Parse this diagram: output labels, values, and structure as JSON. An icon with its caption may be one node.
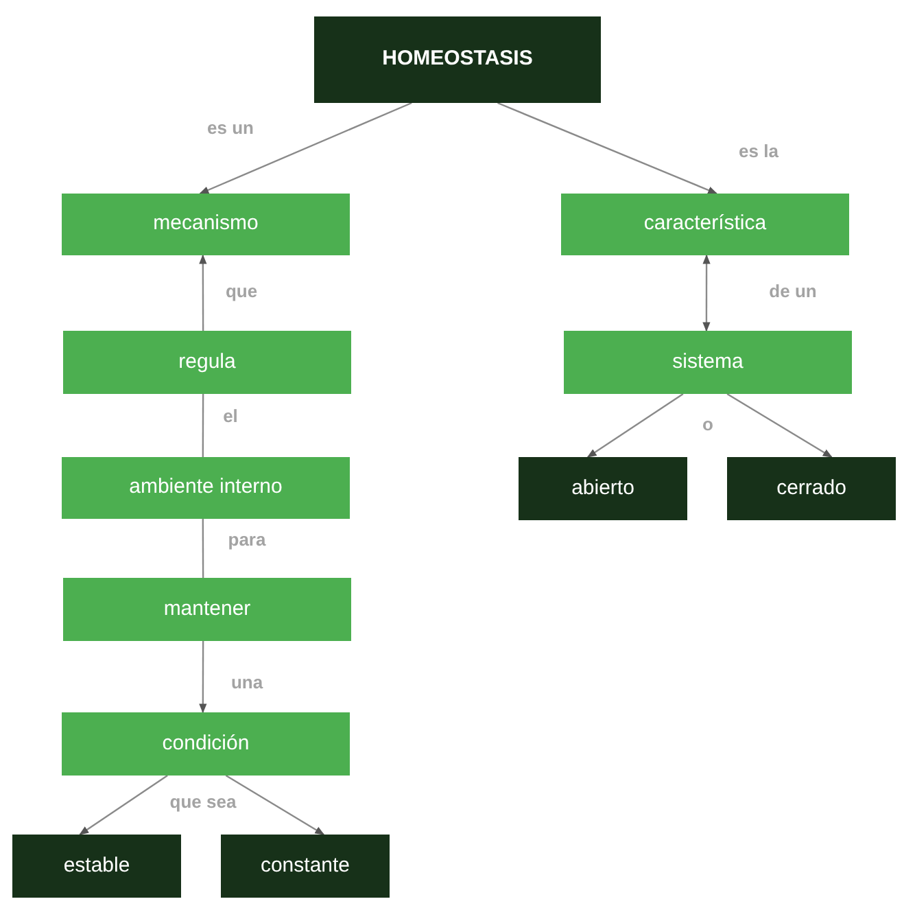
{
  "diagram": {
    "nodes": [
      {
        "text": [
          "HOMEOSTASIS"
        ]
      },
      {
        "text": [
          "mecanismo"
        ]
      },
      {
        "text": [
          "característica"
        ]
      },
      {
        "text": [
          "regula"
        ]
      },
      {
        "text": [
          "sistema"
        ]
      },
      {
        "text": [
          "ambiente interno"
        ]
      },
      {
        "text": [
          "abierto"
        ]
      },
      {
        "text": [
          "cerrado"
        ]
      },
      {
        "text": [
          "mantener"
        ]
      },
      {
        "text": [
          "condición"
        ]
      },
      {
        "text": [
          "estable"
        ]
      },
      {
        "text": [
          "constante"
        ]
      }
    ],
    "edges": [
      {
        "from": 0,
        "to": 1,
        "arrow": "to",
        "label": "es un"
      },
      {
        "from": 0,
        "to": 2,
        "arrow": "to",
        "label": "es la"
      },
      {
        "from": 3,
        "to": 1,
        "arrow": "to",
        "label": "que"
      },
      {
        "from": 3,
        "to": 5,
        "arrow": "none",
        "label": "el"
      },
      {
        "from": 5,
        "to": 8,
        "arrow": "none",
        "label": "para"
      },
      {
        "from": 8,
        "to": 9,
        "arrow": "to",
        "label": "una"
      },
      {
        "from": 2,
        "to": 4,
        "arrow": "both",
        "label": "de un"
      },
      {
        "from": 4,
        "to": 6,
        "arrow": "to",
        "label": "o"
      },
      {
        "from": 4,
        "to": 7,
        "arrow": "to"
      },
      {
        "from": 9,
        "to": 10,
        "arrow": "to",
        "label": "que sea"
      },
      {
        "from": 9,
        "to": 11,
        "arrow": "to"
      }
    ]
  }
}
